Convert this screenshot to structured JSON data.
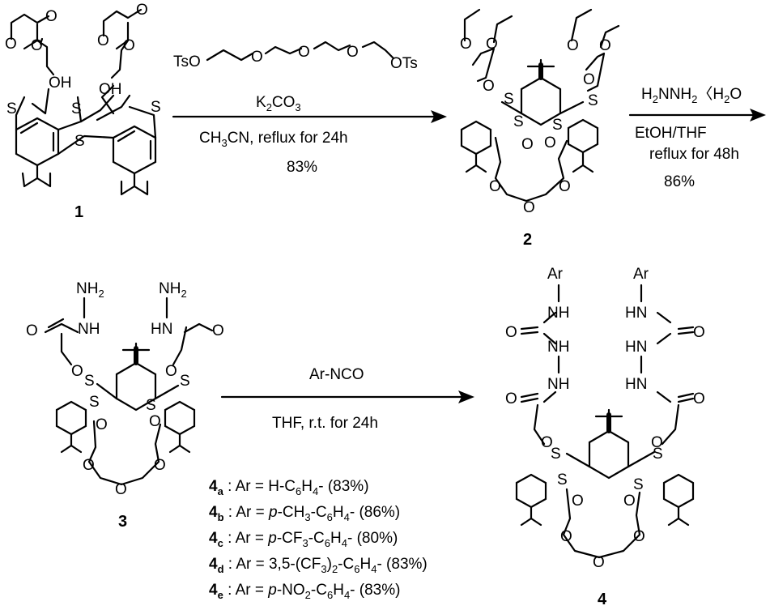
{
  "compound_1": {
    "number": "1",
    "atoms": {
      "oh1": "OH",
      "oh2": "OH",
      "s1": "S",
      "s2": "S",
      "s3": "S",
      "s4": "S",
      "o1": "O",
      "o2": "O",
      "o3": "O",
      "o4": "O",
      "o5": "O",
      "o6": "O"
    }
  },
  "step1": {
    "reagent_ts_left": "TsO",
    "reagent_ts_right": "OTs",
    "reagent_o": "O",
    "base": "K",
    "base_sub": "2",
    "base_tail": "CO",
    "base_sub2": "3",
    "solvent": "CH",
    "solvent_sub": "3",
    "solvent_tail": "CN, reflux for 24h",
    "yield": "83%"
  },
  "compound_2": {
    "number": "2",
    "atoms": {
      "s": "S",
      "o": "O"
    }
  },
  "step2": {
    "reagent": "H",
    "reagent_sub1": "2",
    "reagent_mid": "NNH",
    "reagent_sub2": "2",
    "reagent_tail": "〈H",
    "reagent_sub3": "2",
    "reagent_end": "O",
    "solvent": "EtOH/THF",
    "conditions": "reflux for 48h",
    "yield": "86%"
  },
  "compound_3": {
    "number": "3",
    "atoms": {
      "nh2": "NH",
      "nh2_sub": "2",
      "nh": "NH",
      "hn": "HN",
      "o": "O",
      "s": "S"
    }
  },
  "step3": {
    "reagent": "Ar-NCO",
    "conditions": "THF,  r.t. for 24h"
  },
  "compound_4": {
    "number": "4",
    "atoms": {
      "ar": "Ar",
      "nh": "NH",
      "hn": "HN",
      "o": "O",
      "s": "S"
    }
  },
  "legend": [
    {
      "num": "4",
      "sub": "a",
      "prefix": " : Ar = H-C",
      "sub2": "6",
      "mid": "H",
      "sub3": "4",
      "tail": "- (83%)",
      "italic": ""
    },
    {
      "num": "4",
      "sub": "b",
      "prefix": " : Ar = ",
      "italic": "p",
      "after_italic": "-CH",
      "sub_a": "3",
      "mid_a": "-C",
      "sub2": "6",
      "mid": "H",
      "sub3": "4",
      "tail": "- (86%)"
    },
    {
      "num": "4",
      "sub": "c",
      "prefix": " : Ar = ",
      "italic": "p",
      "after_italic": "-CF",
      "sub_a": "3",
      "mid_a": "-C",
      "sub2": "6",
      "mid": "H",
      "sub3": "4",
      "tail": "- (80%)"
    },
    {
      "num": "4",
      "sub": "d",
      "prefix": " : Ar = 3,5-(CF",
      "sub_a": "3",
      "mid_a": ")",
      "sub_b": "2",
      "mid_b": "-C",
      "sub2": "6",
      "mid": "H",
      "sub3": "4",
      "tail": "- (83%)"
    },
    {
      "num": "4",
      "sub": "e",
      "prefix": " : Ar = ",
      "italic": "p",
      "after_italic": "-NO",
      "sub_a": "2",
      "mid_a": "-C",
      "sub2": "6",
      "mid": "H",
      "sub3": "4",
      "tail": "- (83%)"
    }
  ]
}
